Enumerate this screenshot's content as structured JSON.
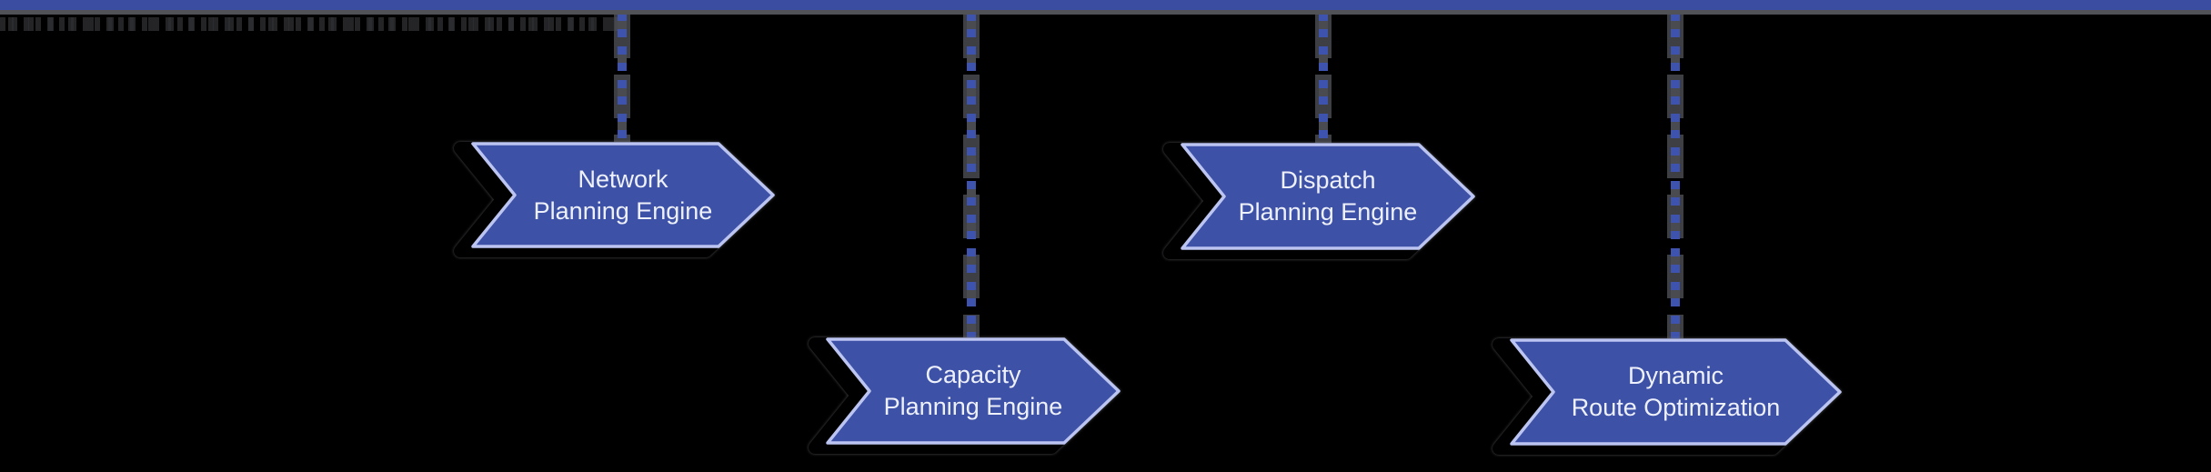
{
  "colors": {
    "bg": "#000000",
    "bar_fill": "#3b4da1",
    "bar_shadow": "#515257",
    "noise": "rgba(90,92,98,0.8)",
    "casing": "rgba(82,84,90,0.75)",
    "dash_blue": "#3e53ae",
    "dash_gray": "#494b50",
    "node_fill": "#3d51a6",
    "node_border": "#bcc5f2",
    "node_shadow": "#000000",
    "text": "#eef1fc"
  },
  "nodes": [
    {
      "id": "network-planning-engine",
      "label": "Network\nPlanning Engine"
    },
    {
      "id": "capacity-planning-engine",
      "label": "Capacity\nPlanning Engine"
    },
    {
      "id": "dispatch-planning-engine",
      "label": "Dispatch\nPlanning Engine"
    },
    {
      "id": "dynamic-route-optimization",
      "label": "Dynamic\nRoute Optimization"
    }
  ]
}
